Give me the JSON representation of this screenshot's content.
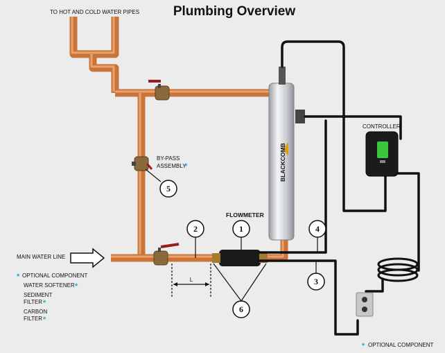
{
  "title": "Plumbing Overview",
  "labels": {
    "hot_cold": "TO HOT AND COLD WATER PIPES",
    "bypass_1": "BY-PASS",
    "bypass_2": "ASSEMBLY",
    "flowmeter": "FLOWMETER",
    "controller": "CONTROLLER",
    "main_water": "MAIN WATER LINE",
    "optional_component": "OPTIONAL COMPONENT",
    "water_softener": "WATER SOFTENER",
    "sediment_1": "SEDIMENT",
    "sediment_2": "FILTER",
    "carbon_1": "CARBON",
    "carbon_2": "FILTER",
    "footer_optional": "OPTIONAL COMPONENT",
    "length": "L",
    "brand": "BLACKCOMB",
    "star": "*"
  },
  "callouts": [
    "1",
    "2",
    "3",
    "4",
    "5",
    "6"
  ],
  "colors": {
    "copper": "#c8743a",
    "cable": "#111111",
    "optional_star": "#2aa7d6",
    "controller_screen": "#3cc43c"
  }
}
